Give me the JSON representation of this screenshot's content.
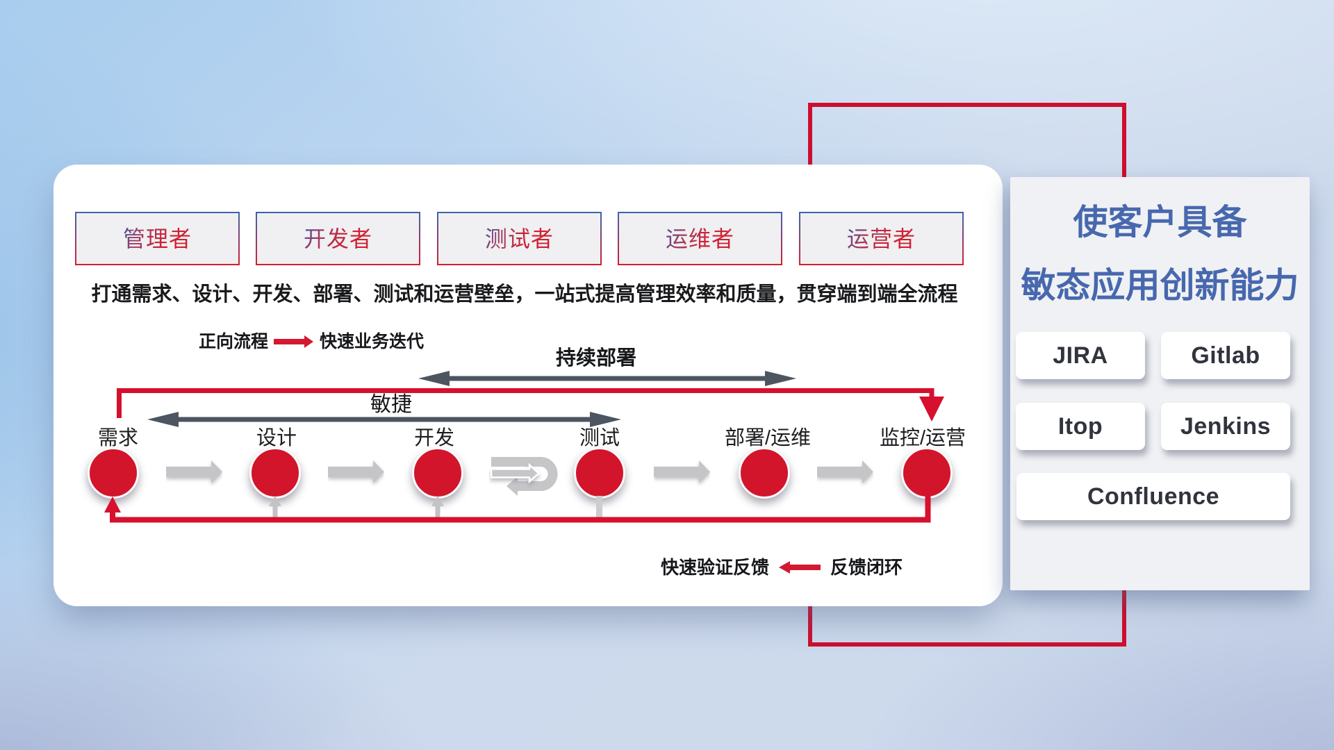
{
  "roles": [
    "管理者",
    "开发者",
    "测试者",
    "运维者",
    "运营者"
  ],
  "subtitle": "打通需求、设计、开发、部署、测试和运营壁垒，一站式提高管理效率和质量，贯穿端到端全流程",
  "legend_forward": {
    "label": "正向流程",
    "result": "快速业务迭代"
  },
  "span_arrows": {
    "continuous_deploy": "持续部署",
    "agile": "敏捷"
  },
  "nodes": [
    {
      "label": "需求"
    },
    {
      "label": "设计"
    },
    {
      "label": "开发"
    },
    {
      "label": "测试"
    },
    {
      "label": "部署/运维"
    },
    {
      "label": "监控/运营"
    }
  ],
  "legend_feedback": {
    "result": "快速验证反馈",
    "label": "反馈闭环"
  },
  "panel": {
    "title_line1": "使客户具备",
    "title_line2": "敏态应用创新能力",
    "tools": [
      "JIRA",
      "Gitlab",
      "Itop",
      "Jenkins",
      "Confluence"
    ]
  },
  "colors": {
    "red": "#d5112c",
    "red_outline": "#ce0e2d",
    "dark_arrow": "#4d5560",
    "gray_arrow": "#c5c5c7",
    "title_blue": "#4768ae"
  }
}
